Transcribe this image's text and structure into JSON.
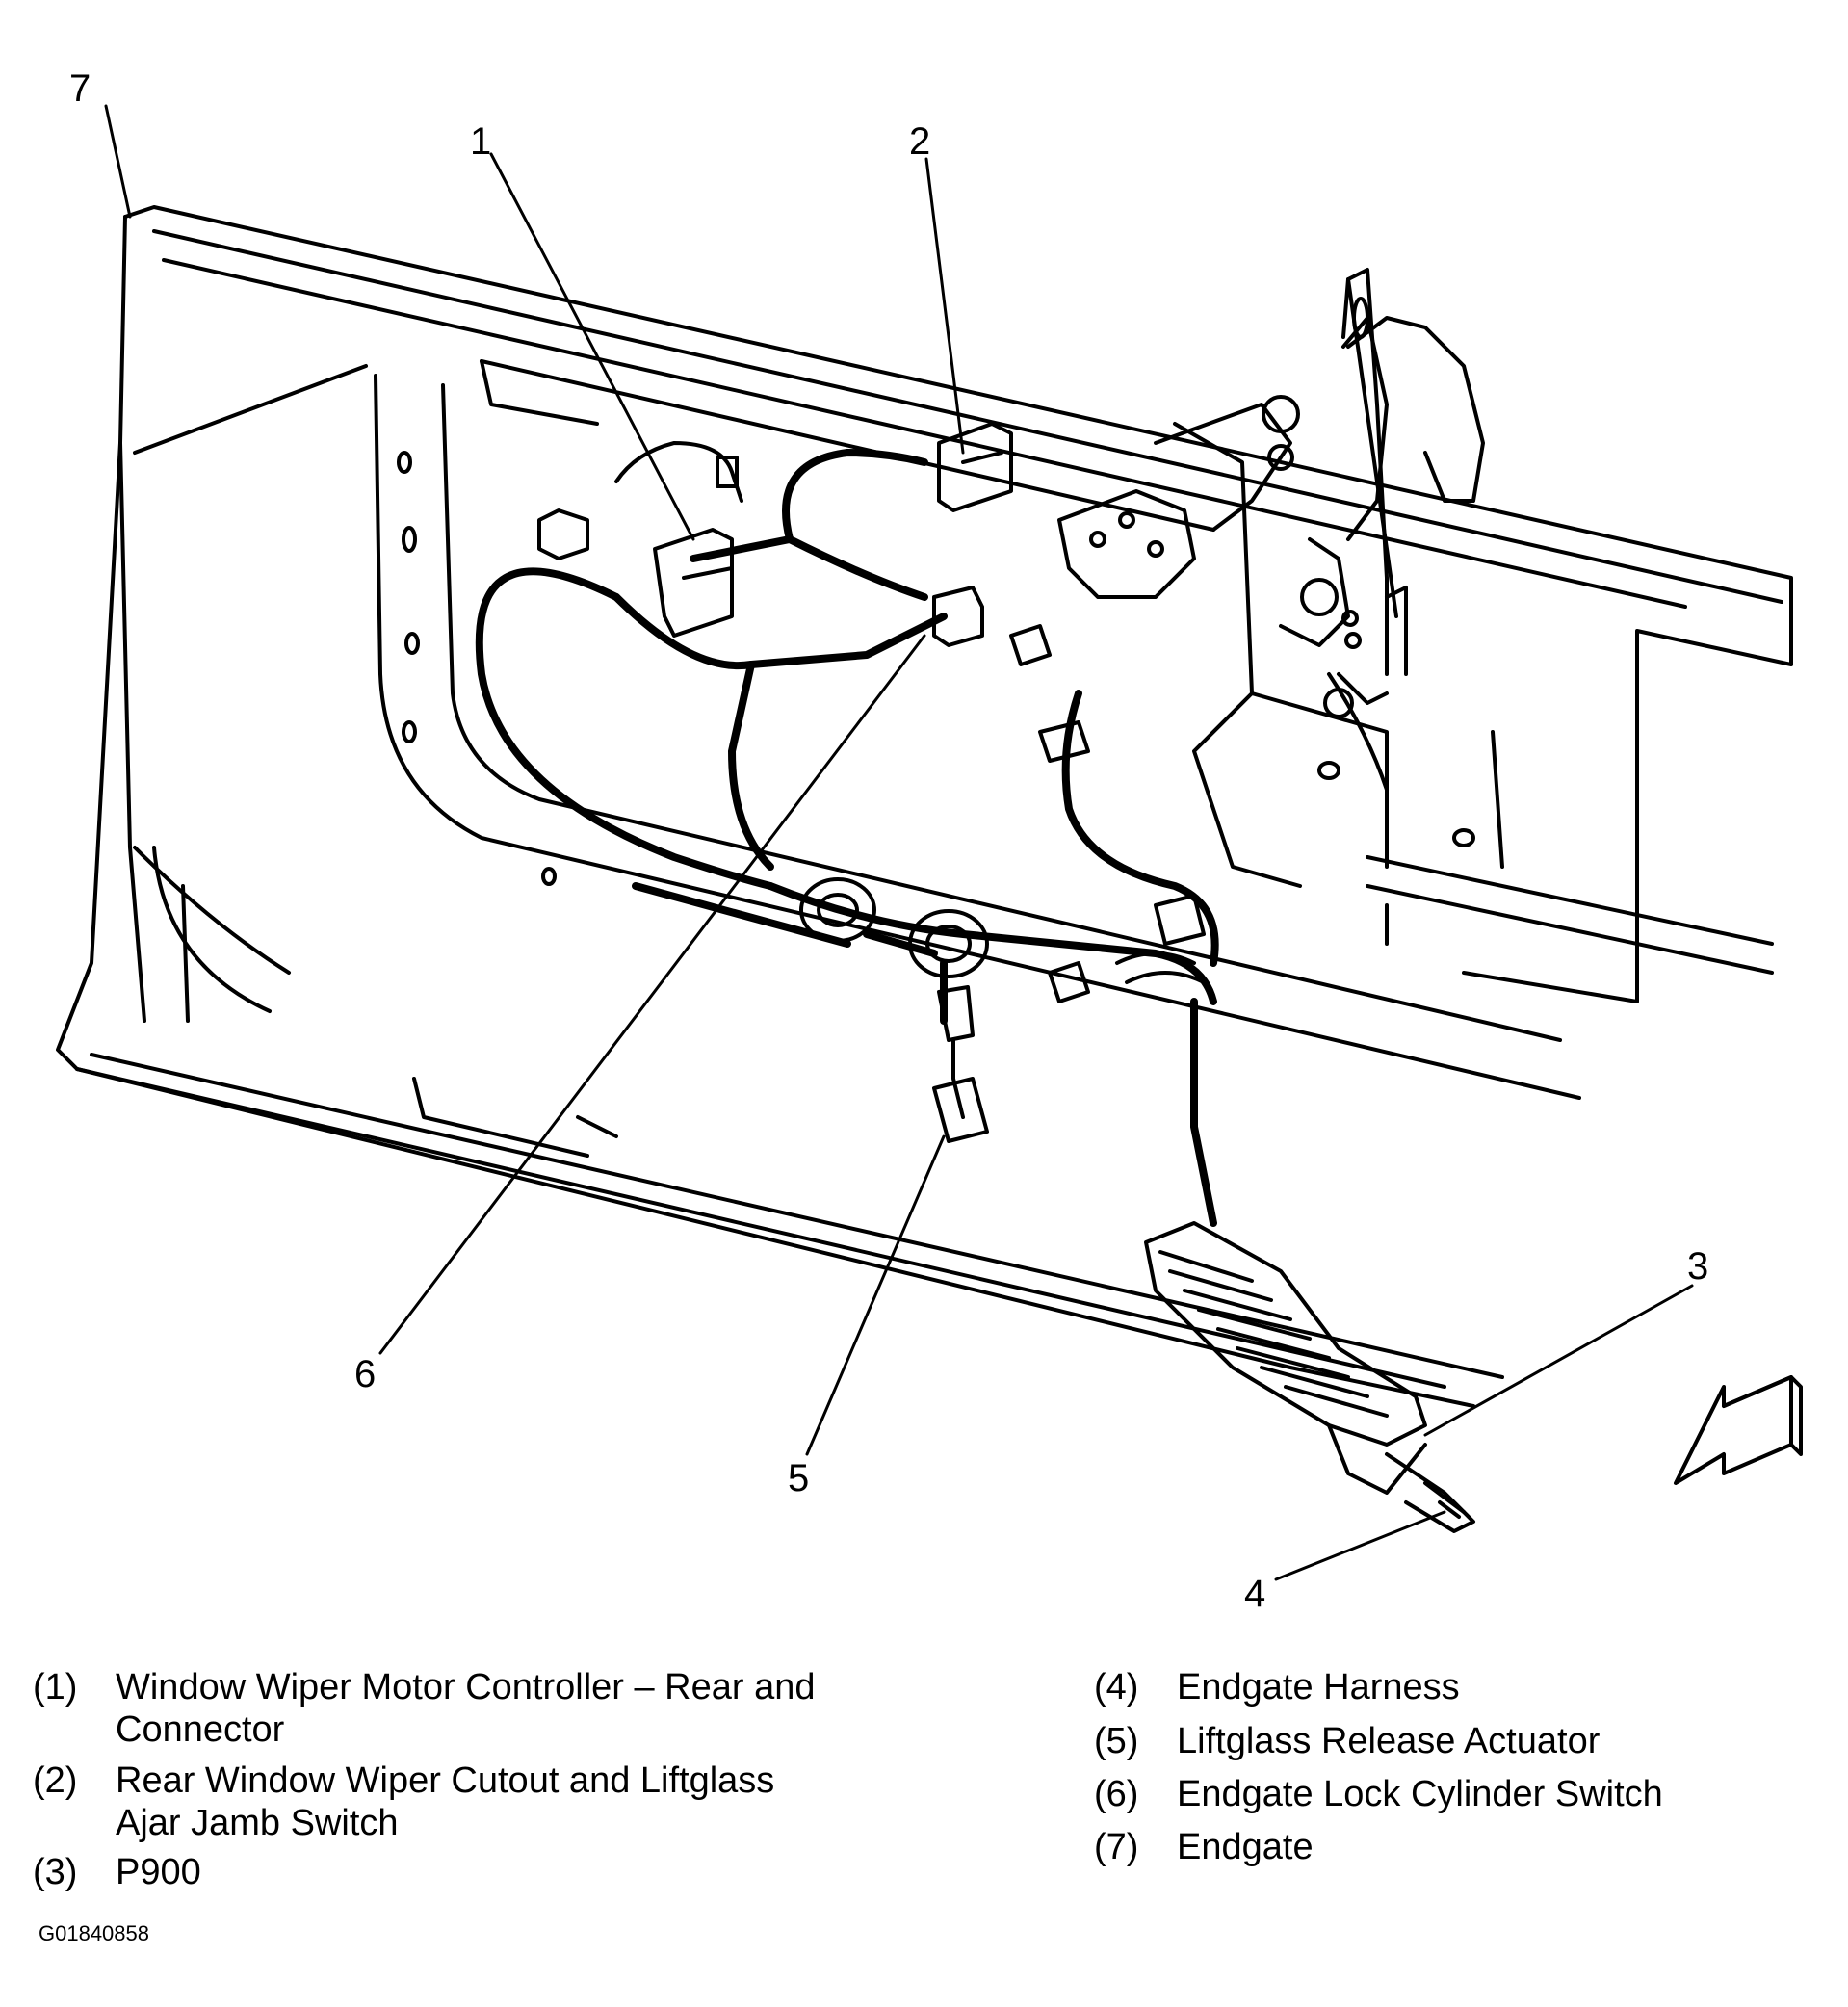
{
  "callouts": [
    "1",
    "2",
    "3",
    "4",
    "5",
    "6",
    "7"
  ],
  "legend": [
    {
      "num": "(1)",
      "text": "Window Wiper Motor Controller – Rear and Connector"
    },
    {
      "num": "(2)",
      "text": "Rear Window Wiper Cutout and Liftglass Ajar Jamb Switch"
    },
    {
      "num": "(3)",
      "text": "P900"
    },
    {
      "num": "(4)",
      "text": "Endgate Harness"
    },
    {
      "num": "(5)",
      "text": "Liftglass Release Actuator"
    },
    {
      "num": "(6)",
      "text": "Endgate Lock Cylinder Switch"
    },
    {
      "num": "(7)",
      "text": "Endgate"
    }
  ],
  "figure_id": "G01840858",
  "colors": {
    "ink": "#000000",
    "background": "#ffffff"
  }
}
